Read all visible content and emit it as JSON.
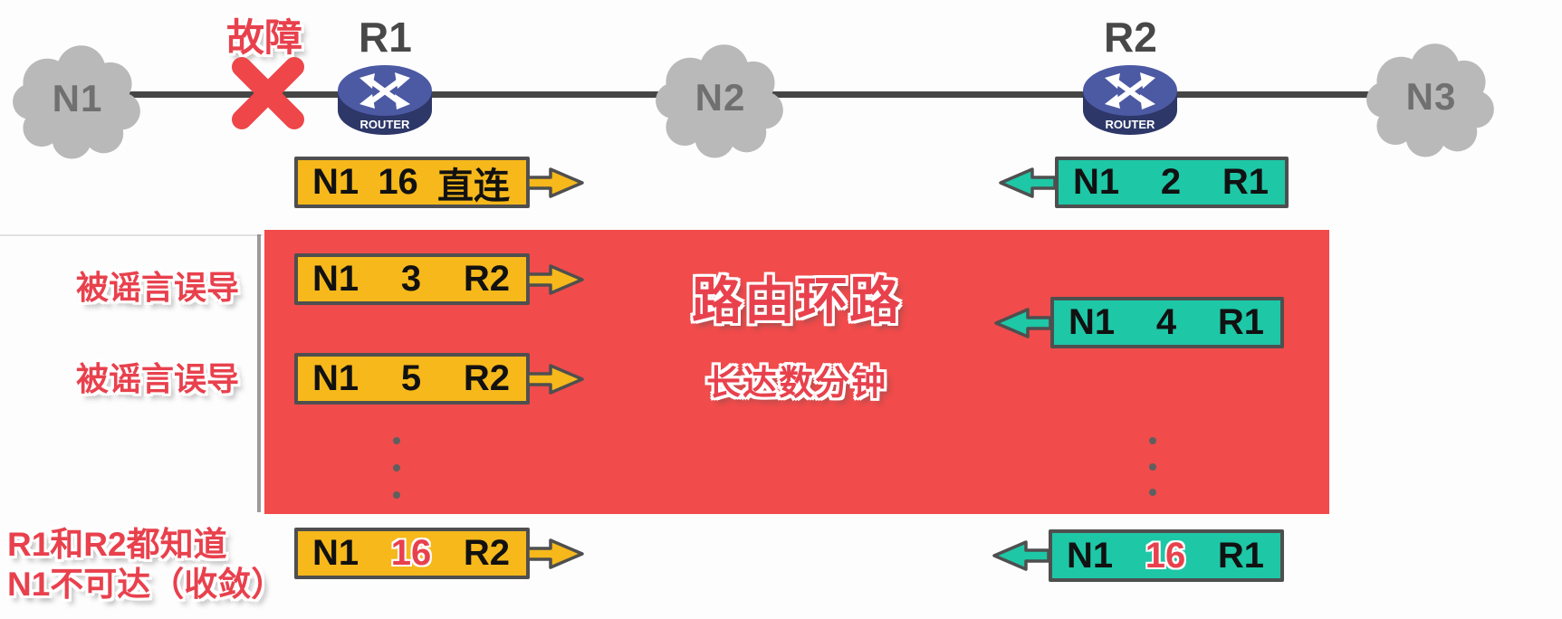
{
  "topology": {
    "cloud_n1": "N1",
    "cloud_n2": "N2",
    "cloud_n3": "N3",
    "router_r1": "R1",
    "router_r2": "R2",
    "router_caption": "ROUTER",
    "failure_label": "故障"
  },
  "annotations": {
    "rumor_label_1": "被谣言误导",
    "rumor_label_2": "被谣言误导",
    "convergence_line_1": "R1和R2都知道",
    "convergence_line_2": "N1不可达（收敛）",
    "loop_title": "路由环路",
    "loop_subtitle": "长达数分钟"
  },
  "route_updates": {
    "r1_initial": {
      "dest": "N1",
      "metric": "16",
      "via": "直连"
    },
    "r2_initial": {
      "dest": "N1",
      "metric": "2",
      "via": "R1"
    },
    "r1_misled_1": {
      "dest": "N1",
      "metric": "3",
      "via": "R2"
    },
    "r2_misled": {
      "dest": "N1",
      "metric": "4",
      "via": "R1"
    },
    "r1_misled_2": {
      "dest": "N1",
      "metric": "5",
      "via": "R2"
    },
    "r1_final": {
      "dest": "N1",
      "metric": "16",
      "via": "R2"
    },
    "r2_final": {
      "dest": "N1",
      "metric": "16",
      "via": "R1"
    }
  },
  "colors": {
    "red_panel": "#f14b4b",
    "yellow_box": "#f6b81b",
    "teal_box": "#1ec7a6",
    "box_border": "#4f4f4f",
    "alert_text": "#e8414d",
    "failure_red": "#ee4649",
    "cloud_gray": "#b9b9b9",
    "line_gray": "#454545",
    "router_blue": "#4c5aa4"
  }
}
